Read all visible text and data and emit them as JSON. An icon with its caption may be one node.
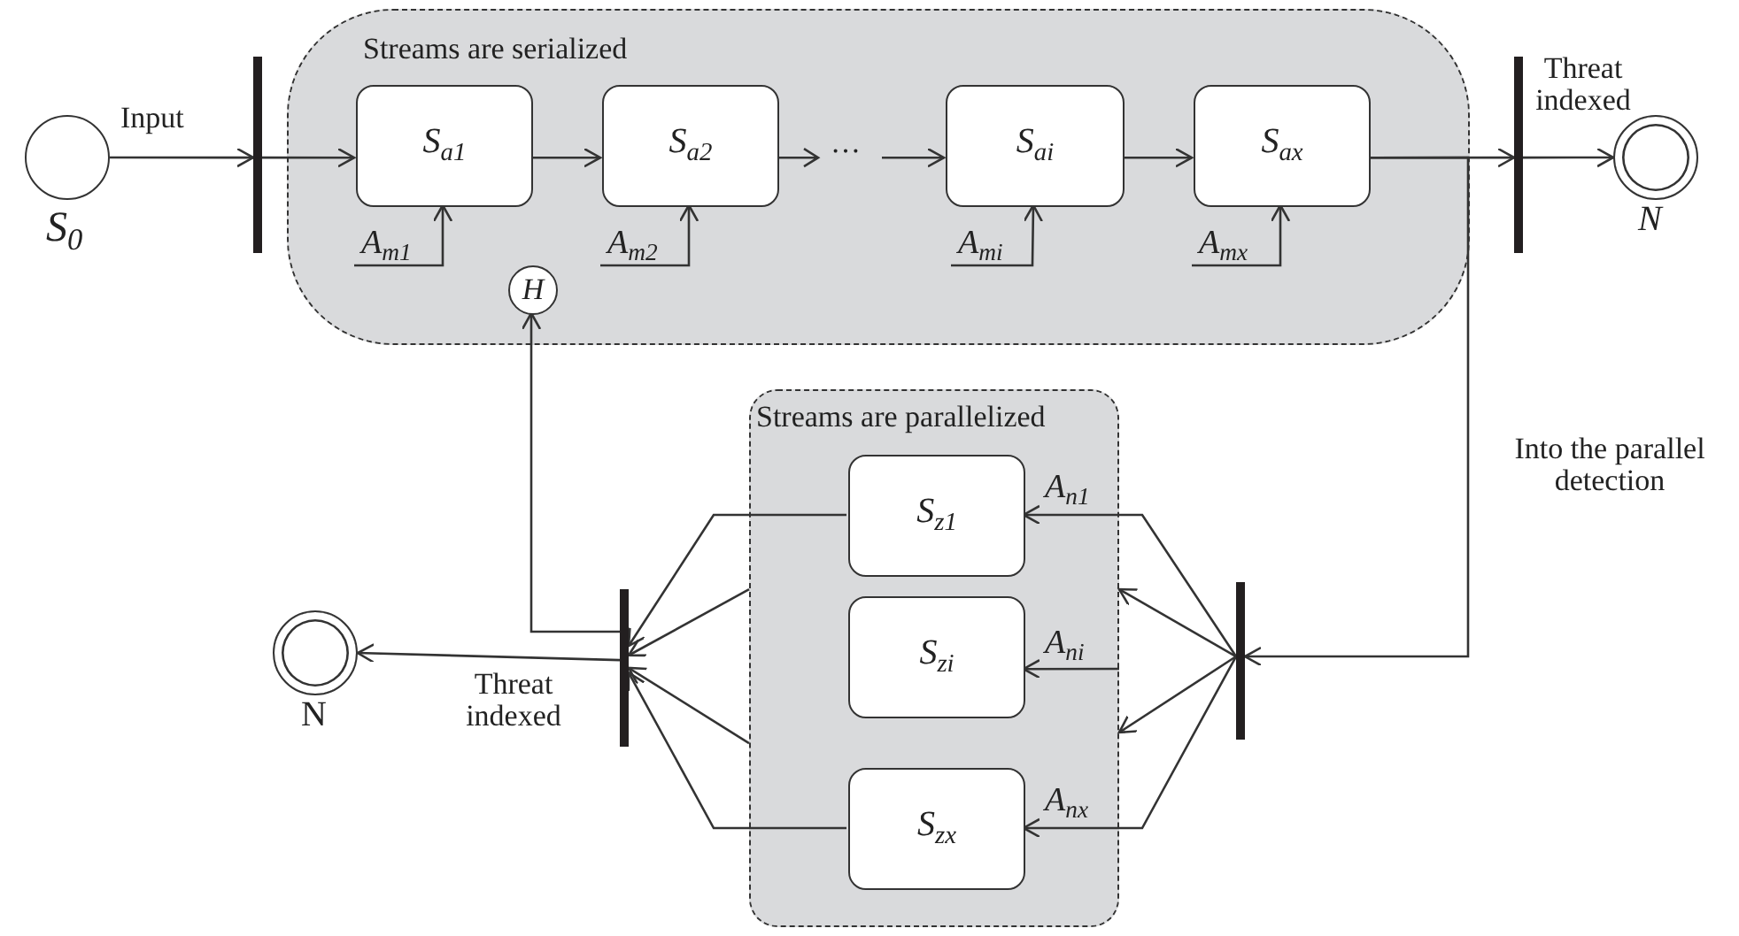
{
  "diagram": {
    "nodes": [
      {
        "text": [],
        "shape": "circle",
        "beside": [
          "S$_{0}$"
        ]
      },
      {
        "text": [],
        "shape": "bar"
      },
      {
        "text": [
          "Streams are serialized"
        ]
      },
      {
        "text": [
          "S$_{a1}$"
        ],
        "in": 2
      },
      {
        "text": [
          "S$_{a2}$"
        ],
        "in": 2
      },
      {
        "text": [
          "S$_{ai}$"
        ],
        "in": 2
      },
      {
        "text": [
          "S$_{ax}$"
        ],
        "in": 2
      },
      {
        "text": [
          "H"
        ],
        "in": 2
      },
      {
        "text": [],
        "shape": "bar"
      },
      {
        "text": [],
        "shape": "circle",
        "beside": [
          "N"
        ]
      },
      {
        "text": [
          "Streams are parallelized"
        ]
      },
      {
        "text": [
          "S$_{z1}$"
        ],
        "in": 10
      },
      {
        "text": [
          "S$_{zi}$"
        ],
        "in": 10
      },
      {
        "text": [
          "S$_{zx}$"
        ],
        "in": 10
      },
      {
        "text": [],
        "shape": "bar"
      },
      {
        "text": [],
        "shape": "bar"
      },
      {
        "text": [],
        "shape": "circle",
        "beside": [
          "N"
        ]
      }
    ],
    "edges": [
      {
        "from": 0,
        "to": 1,
        "arrow": "to",
        "label": "Input"
      },
      {
        "from": 1,
        "to": 3,
        "arrow": "to"
      },
      {
        "from": 3,
        "to": 4,
        "arrow": "to"
      },
      {
        "from": 4,
        "to": 5,
        "arrow": "to",
        "label": "…"
      },
      {
        "from": 5,
        "to": 6,
        "arrow": "to"
      },
      {
        "from": 6,
        "to": 8,
        "arrow": "to"
      },
      {
        "from": 8,
        "to": 9,
        "arrow": "to",
        "label": "Threat indexed"
      },
      {
        "from": null,
        "to": 3,
        "arrow": "to",
        "label": "A$_{m1}$"
      },
      {
        "from": null,
        "to": 4,
        "arrow": "to",
        "label": "A$_{m2}$"
      },
      {
        "from": null,
        "to": 5,
        "arrow": "to",
        "label": "A$_{mi}$"
      },
      {
        "from": null,
        "to": 6,
        "arrow": "to",
        "label": "A$_{mx}$"
      },
      {
        "from": 6,
        "to": 14,
        "arrow": "to",
        "label": "Into the parallel detection"
      },
      {
        "from": 14,
        "to": 11,
        "arrow": "to",
        "label": "A$_{n1}$"
      },
      {
        "from": 14,
        "to": 10,
        "arrow": "to"
      },
      {
        "from": null,
        "to": 12,
        "arrow": "to",
        "label": "A$_{ni}$"
      },
      {
        "from": 14,
        "to": 10,
        "arrow": "to"
      },
      {
        "from": 14,
        "to": 13,
        "arrow": "to",
        "label": "A$_{nx}$"
      },
      {
        "from": 11,
        "to": 15,
        "arrow": "to"
      },
      {
        "from": 10,
        "to": 15,
        "arrow": "to"
      },
      {
        "from": 10,
        "to": 15,
        "arrow": "to"
      },
      {
        "from": 13,
        "to": 15,
        "arrow": "to"
      },
      {
        "from": 15,
        "to": 16,
        "arrow": "to",
        "label": "Threat indexed"
      },
      {
        "from": 15,
        "to": 7,
        "arrow": "to"
      }
    ]
  }
}
